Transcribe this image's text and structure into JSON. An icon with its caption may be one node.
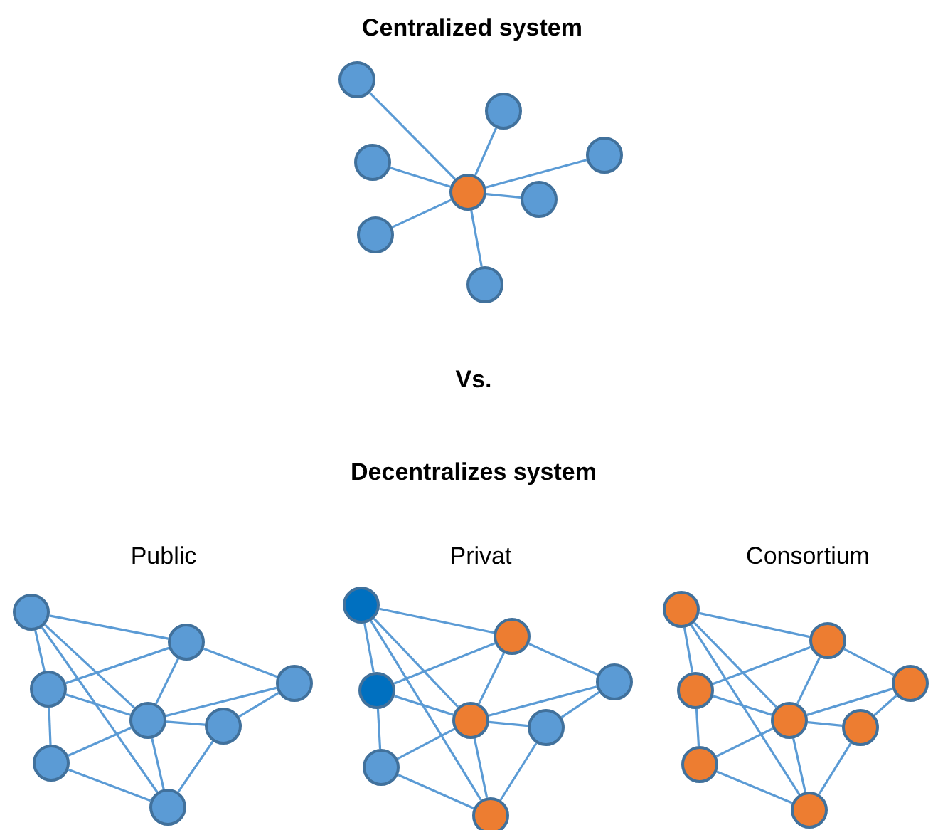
{
  "diagram": {
    "nodes": [
      {
        "text": [],
        "shape": "circle"
      },
      {
        "text": [],
        "shape": "circle"
      },
      {
        "text": [],
        "shape": "circle"
      },
      {
        "text": [],
        "shape": "circle"
      },
      {
        "text": [],
        "shape": "circle"
      },
      {
        "text": [],
        "shape": "circle"
      },
      {
        "text": [],
        "shape": "circle"
      },
      {
        "text": [],
        "shape": "circle"
      },
      {
        "text": [],
        "shape": "circle"
      },
      {
        "text": [],
        "shape": "circle"
      },
      {
        "text": [],
        "shape": "circle"
      },
      {
        "text": [],
        "shape": "circle"
      },
      {
        "text": [],
        "shape": "circle"
      },
      {
        "text": [],
        "shape": "circle"
      },
      {
        "text": [],
        "shape": "circle"
      },
      {
        "text": [],
        "shape": "circle"
      },
      {
        "text": [],
        "shape": "circle"
      },
      {
        "text": [],
        "shape": "circle"
      },
      {
        "text": [],
        "shape": "circle"
      },
      {
        "text": [],
        "shape": "circle"
      },
      {
        "text": [],
        "shape": "circle"
      },
      {
        "text": [],
        "shape": "circle"
      },
      {
        "text": [],
        "shape": "circle"
      },
      {
        "text": [],
        "shape": "circle"
      },
      {
        "text": [],
        "shape": "circle"
      },
      {
        "text": [],
        "shape": "circle"
      },
      {
        "text": [],
        "shape": "circle"
      },
      {
        "text": [],
        "shape": "circle"
      },
      {
        "text": [],
        "shape": "circle"
      },
      {
        "text": [],
        "shape": "circle"
      },
      {
        "text": [],
        "shape": "circle"
      },
      {
        "text": [],
        "shape": "circle"
      }
    ],
    "edges": [
      {
        "from": 0,
        "to": 1,
        "arrow": "none"
      },
      {
        "from": 0,
        "to": 2,
        "arrow": "none"
      },
      {
        "from": 0,
        "to": 3,
        "arrow": "none"
      },
      {
        "from": 0,
        "to": 4,
        "arrow": "none"
      },
      {
        "from": 0,
        "to": 5,
        "arrow": "none"
      },
      {
        "from": 0,
        "to": 6,
        "arrow": "none"
      },
      {
        "from": 0,
        "to": 7,
        "arrow": "none"
      },
      {
        "from": 8,
        "to": 9,
        "arrow": "none"
      },
      {
        "from": 8,
        "to": 10,
        "arrow": "none"
      },
      {
        "from": 8,
        "to": 11,
        "arrow": "none"
      },
      {
        "from": 8,
        "to": 15,
        "arrow": "none"
      },
      {
        "from": 10,
        "to": 9,
        "arrow": "none"
      },
      {
        "from": 9,
        "to": 11,
        "arrow": "none"
      },
      {
        "from": 9,
        "to": 12,
        "arrow": "none"
      },
      {
        "from": 10,
        "to": 11,
        "arrow": "none"
      },
      {
        "from": 10,
        "to": 14,
        "arrow": "none"
      },
      {
        "from": 11,
        "to": 12,
        "arrow": "none"
      },
      {
        "from": 11,
        "to": 13,
        "arrow": "none"
      },
      {
        "from": 11,
        "to": 14,
        "arrow": "none"
      },
      {
        "from": 11,
        "to": 15,
        "arrow": "none"
      },
      {
        "from": 13,
        "to": 12,
        "arrow": "none"
      },
      {
        "from": 13,
        "to": 15,
        "arrow": "none"
      },
      {
        "from": 14,
        "to": 15,
        "arrow": "none"
      },
      {
        "from": 16,
        "to": 17,
        "arrow": "none"
      },
      {
        "from": 16,
        "to": 18,
        "arrow": "none"
      },
      {
        "from": 16,
        "to": 19,
        "arrow": "none"
      },
      {
        "from": 16,
        "to": 23,
        "arrow": "none"
      },
      {
        "from": 18,
        "to": 17,
        "arrow": "none"
      },
      {
        "from": 17,
        "to": 19,
        "arrow": "none"
      },
      {
        "from": 17,
        "to": 20,
        "arrow": "none"
      },
      {
        "from": 18,
        "to": 19,
        "arrow": "none"
      },
      {
        "from": 18,
        "to": 22,
        "arrow": "none"
      },
      {
        "from": 19,
        "to": 20,
        "arrow": "none"
      },
      {
        "from": 19,
        "to": 21,
        "arrow": "none"
      },
      {
        "from": 19,
        "to": 22,
        "arrow": "none"
      },
      {
        "from": 19,
        "to": 23,
        "arrow": "none"
      },
      {
        "from": 21,
        "to": 20,
        "arrow": "none"
      },
      {
        "from": 21,
        "to": 23,
        "arrow": "none"
      },
      {
        "from": 22,
        "to": 23,
        "arrow": "none"
      },
      {
        "from": 24,
        "to": 25,
        "arrow": "none"
      },
      {
        "from": 24,
        "to": 26,
        "arrow": "none"
      },
      {
        "from": 24,
        "to": 27,
        "arrow": "none"
      },
      {
        "from": 24,
        "to": 31,
        "arrow": "none"
      },
      {
        "from": 26,
        "to": 25,
        "arrow": "none"
      },
      {
        "from": 25,
        "to": 27,
        "arrow": "none"
      },
      {
        "from": 25,
        "to": 28,
        "arrow": "none"
      },
      {
        "from": 26,
        "to": 27,
        "arrow": "none"
      },
      {
        "from": 26,
        "to": 30,
        "arrow": "none"
      },
      {
        "from": 27,
        "to": 28,
        "arrow": "none"
      },
      {
        "from": 27,
        "to": 29,
        "arrow": "none"
      },
      {
        "from": 27,
        "to": 30,
        "arrow": "none"
      },
      {
        "from": 27,
        "to": 31,
        "arrow": "none"
      },
      {
        "from": 29,
        "to": 28,
        "arrow": "none"
      },
      {
        "from": 29,
        "to": 31,
        "arrow": "none"
      },
      {
        "from": 30,
        "to": 31,
        "arrow": "none"
      }
    ],
    "labels": [
      "Centralized system",
      "Vs.",
      "Decentralizes system",
      "Public",
      "Privat",
      "Consortium"
    ]
  }
}
